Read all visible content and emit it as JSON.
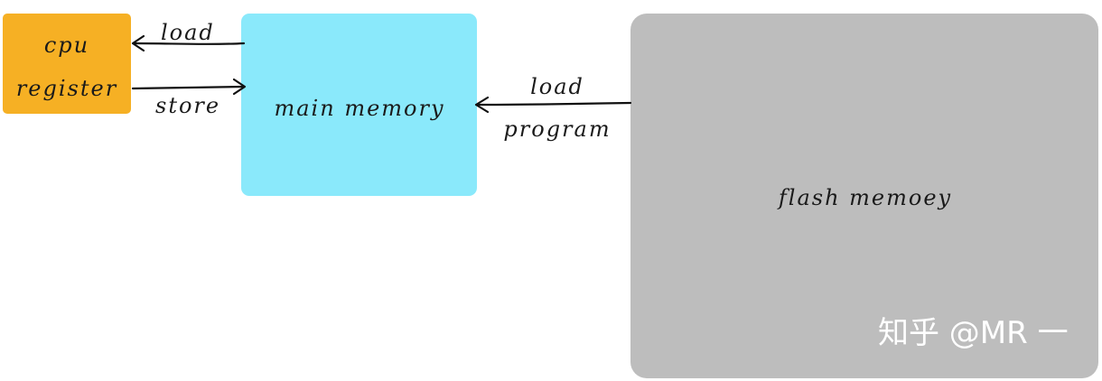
{
  "colors": {
    "cpu_fill": "#f6b024",
    "main_memory_fill": "#8ae9fb",
    "flash_fill": "#bdbdbd",
    "arrow": "#111111",
    "watermark": "#ffffff"
  },
  "boxes": {
    "cpu": {
      "line1": "cpu",
      "line2": "register"
    },
    "main_memory": {
      "label": "main memory"
    },
    "flash": {
      "label": "flash memoey"
    }
  },
  "arrows": {
    "cpu_load": "load",
    "cpu_store": "store",
    "program_line1": "load",
    "program_line2": "program"
  },
  "watermark": "知乎 @MR 一"
}
